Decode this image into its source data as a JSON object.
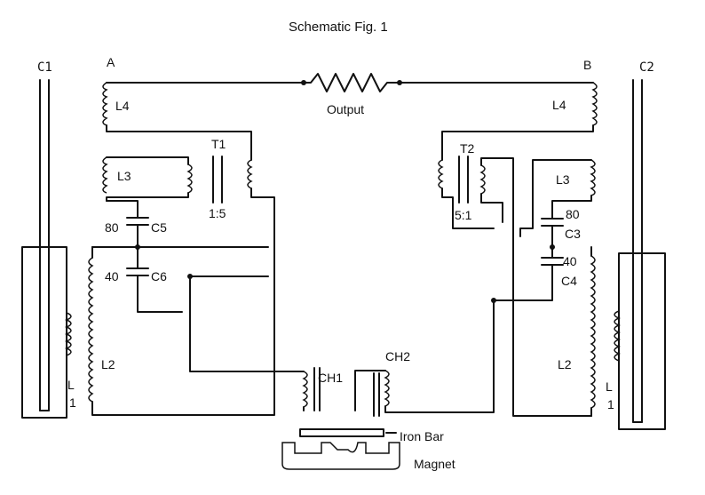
{
  "title": "Schematic Fig. 1",
  "labels": {
    "a": "A",
    "b": "B",
    "c1": "C1",
    "c2": "C2",
    "output": "Output",
    "l4_left": "L4",
    "l4_right": "L4",
    "l3_left": "L3",
    "l3_right": "L3",
    "l2_left": "L2",
    "l2_right": "L2",
    "l1_left_l": "L",
    "l1_left_1": "1",
    "l1_right_l": "L",
    "l1_right_1": "1",
    "t1": "T1",
    "t1_ratio": "1:5",
    "t2": "T2",
    "t2_ratio": "5:1",
    "c5_value": "80",
    "c5": "C5",
    "c6_value": "40",
    "c6": "C6",
    "c3_value": "80",
    "c3": "C3",
    "c4_value": "40",
    "c4": "C4",
    "ch1": "CH1",
    "ch2": "CH2",
    "iron_bar": "Iron Bar",
    "magnet": "Magnet"
  }
}
